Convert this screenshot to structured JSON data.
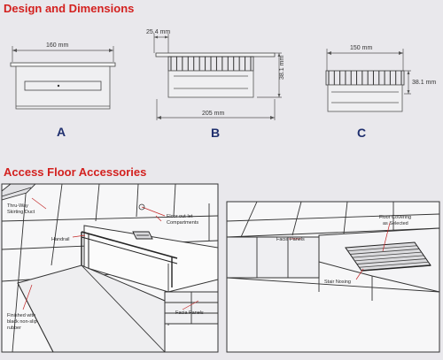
{
  "headings": {
    "design": "Design and Dimensions",
    "accessories": "Access Floor Accessories"
  },
  "diagrams": {
    "a": {
      "letter": "A",
      "width": "160 mm"
    },
    "b": {
      "letter": "B",
      "top": "25.4 mm",
      "height": "38.1 mm",
      "width": "205 mm"
    },
    "c": {
      "letter": "C",
      "width": "150 mm",
      "height": "38.1 mm"
    }
  },
  "left_callouts": {
    "skirting_1": "Thru-Way",
    "skirting_2": "Skirting Duct",
    "outlet_1": "Floor out-let",
    "outlet_2": "Compartments",
    "handrail": "Handrail",
    "finished_1": "Finished with",
    "finished_2": "black non-slip",
    "finished_3": "rubber",
    "facia": "Facia Panels"
  },
  "right_callouts": {
    "facia": "Facia Panels",
    "covering_1": "Floor Covering",
    "covering_2": "as Selected",
    "nosing": "Stair Nosing"
  },
  "colors": {
    "heading": "#d3211f",
    "letters": "#1f2f6e",
    "leader": "#c42a2a"
  }
}
